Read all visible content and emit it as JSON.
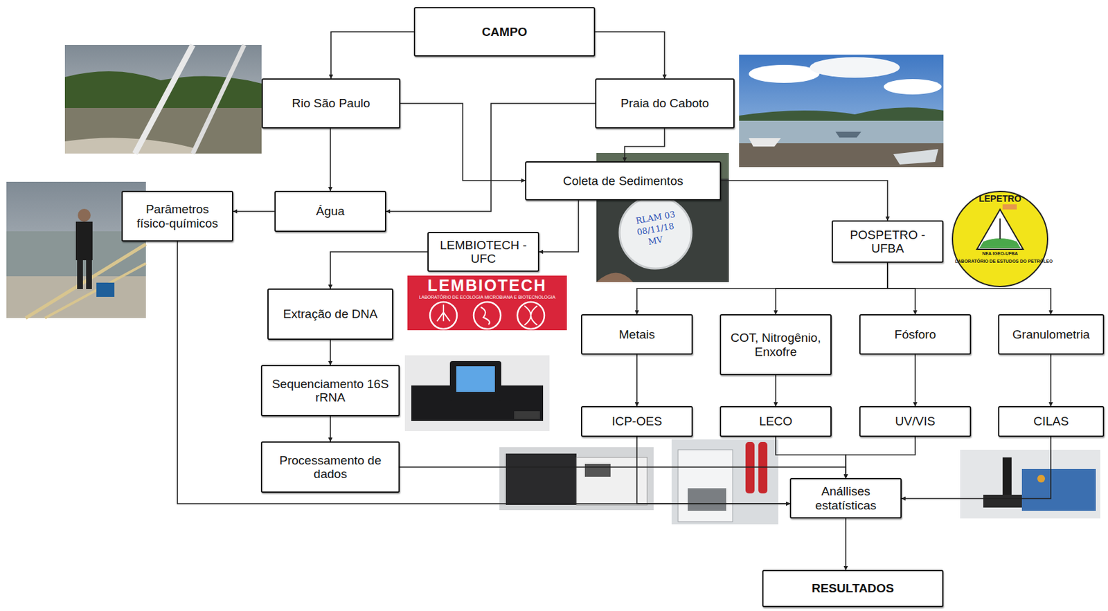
{
  "diagram": {
    "nodes": [
      {
        "text": [
          "CAMPO"
        ]
      },
      {
        "text": [
          "Rio São Paulo"
        ]
      },
      {
        "text": [
          "Praia do Caboto"
        ]
      },
      {
        "text": [
          "Coleta de Sedimentos"
        ]
      },
      {
        "text": [
          "Parâmetros físico-químicos"
        ]
      },
      {
        "text": [
          "Água"
        ]
      },
      {
        "text": [
          "LEMBIOTECH - UFC"
        ]
      },
      {
        "text": [
          "POSPETRO - UFBA"
        ]
      },
      {
        "text": [
          "Extração de DNA"
        ]
      },
      {
        "text": [
          "Metais"
        ]
      },
      {
        "text": [
          "COT, Nitrogênio, Enxofre"
        ]
      },
      {
        "text": [
          "Fósforo"
        ]
      },
      {
        "text": [
          "Granulometria"
        ]
      },
      {
        "text": [
          "Sequenciamento 16S rRNA"
        ]
      },
      {
        "text": [
          "ICP-OES"
        ]
      },
      {
        "text": [
          "LECO"
        ]
      },
      {
        "text": [
          "UV/VIS"
        ]
      },
      {
        "text": [
          "CILAS"
        ]
      },
      {
        "text": [
          "Processamento de dados"
        ]
      },
      {
        "text": [
          "Anállises estatísticas"
        ]
      },
      {
        "text": [
          "RESULTADOS"
        ]
      }
    ],
    "edges": [
      {
        "from": 0,
        "to": 1,
        "arrow": "to"
      },
      {
        "from": 0,
        "to": 2,
        "arrow": "to"
      },
      {
        "from": 1,
        "to": 5,
        "arrow": "to"
      },
      {
        "from": 1,
        "to": 3,
        "arrow": "to"
      },
      {
        "from": 2,
        "to": 5,
        "arrow": "to"
      },
      {
        "from": 2,
        "to": 3,
        "arrow": "to"
      },
      {
        "from": 5,
        "to": 4,
        "arrow": "to"
      },
      {
        "from": 3,
        "to": 6,
        "arrow": "to"
      },
      {
        "from": 3,
        "to": 7,
        "arrow": "to"
      },
      {
        "from": 6,
        "to": 8,
        "arrow": "to"
      },
      {
        "from": 7,
        "to": 9,
        "arrow": "to"
      },
      {
        "from": 7,
        "to": 10,
        "arrow": "to"
      },
      {
        "from": 7,
        "to": 11,
        "arrow": "to"
      },
      {
        "from": 7,
        "to": 12,
        "arrow": "to"
      },
      {
        "from": 8,
        "to": 13,
        "arrow": "to"
      },
      {
        "from": 13,
        "to": 18,
        "arrow": "to"
      },
      {
        "from": 9,
        "to": 14,
        "arrow": "to"
      },
      {
        "from": 10,
        "to": 15,
        "arrow": "to"
      },
      {
        "from": 11,
        "to": 16,
        "arrow": "to"
      },
      {
        "from": 12,
        "to": 17,
        "arrow": "to"
      },
      {
        "from": 4,
        "to": 19,
        "arrow": "to"
      },
      {
        "from": 18,
        "to": 19,
        "arrow": "to"
      },
      {
        "from": 14,
        "to": 19,
        "arrow": "to"
      },
      {
        "from": 15,
        "to": 19,
        "arrow": "to"
      },
      {
        "from": 16,
        "to": 19,
        "arrow": "to"
      },
      {
        "from": 17,
        "to": 19,
        "arrow": "to"
      },
      {
        "from": 19,
        "to": 20,
        "arrow": "to"
      }
    ],
    "labels": [
      "LEMBIOTECH",
      "LABORATÓRIO DE ECOLOGIA MICROBIANA E BIOTECNOLOGIA",
      "LEPETRO",
      "NEA IGEO-UFBA",
      "LABORATÓRIO DE ESTUDOS DO PETRÓLEO",
      "RLAM 03",
      "08/11/18",
      "MV"
    ]
  }
}
